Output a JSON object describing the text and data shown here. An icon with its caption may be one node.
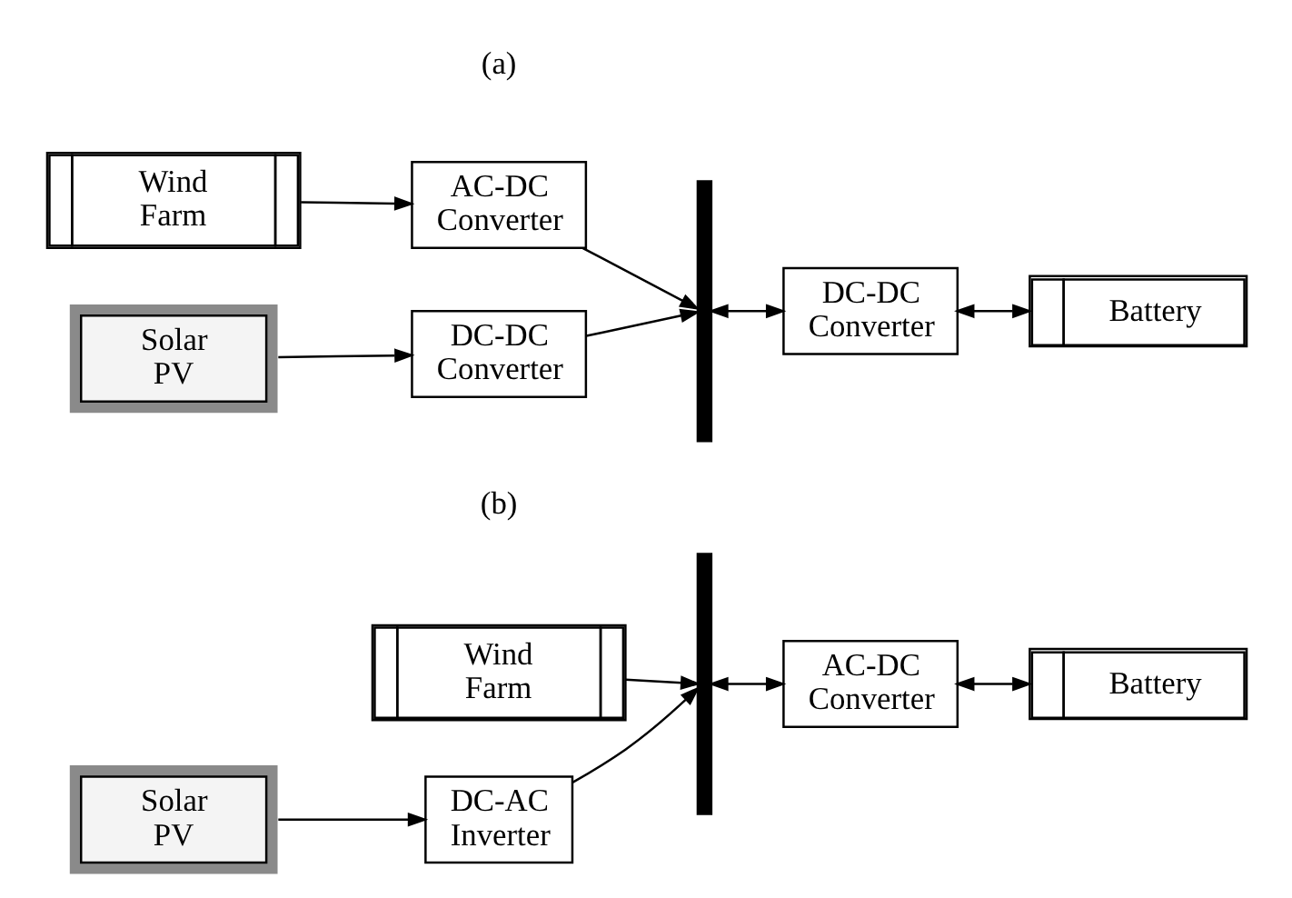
{
  "diagram": {
    "nodes": [
      {
        "text": [
          "Wind Farm"
        ]
      },
      {
        "text": [
          "AC-DC Converter"
        ]
      },
      {
        "text": [
          "Solar PV"
        ]
      },
      {
        "text": [
          "DC-DC Converter"
        ]
      },
      {
        "text": [],
        "shape": "bar"
      },
      {
        "text": [
          "DC-DC Converter"
        ]
      },
      {
        "text": [
          "Battery"
        ]
      },
      {
        "text": [
          "Wind Farm"
        ]
      },
      {
        "text": [
          "Solar PV"
        ]
      },
      {
        "text": [
          "DC-AC Inverter"
        ]
      },
      {
        "text": [],
        "shape": "bar"
      },
      {
        "text": [
          "AC-DC Converter"
        ]
      },
      {
        "text": [
          "Battery"
        ]
      }
    ],
    "edges": [
      {
        "from": 0,
        "to": 1,
        "arrow": "to"
      },
      {
        "from": 1,
        "to": 4,
        "arrow": "to"
      },
      {
        "from": 2,
        "to": 3,
        "arrow": "to"
      },
      {
        "from": 3,
        "to": 4,
        "arrow": "to"
      },
      {
        "from": 4,
        "to": 5,
        "arrow": "both"
      },
      {
        "from": 5,
        "to": 6,
        "arrow": "both"
      },
      {
        "from": 7,
        "to": 10,
        "arrow": "to"
      },
      {
        "from": 8,
        "to": 9,
        "arrow": "to"
      },
      {
        "from": 9,
        "to": 10,
        "arrow": "to"
      },
      {
        "from": 10,
        "to": 11,
        "arrow": "both"
      },
      {
        "from": 11,
        "to": 12,
        "arrow": "both"
      }
    ],
    "labels": [
      "(a)",
      "(b)"
    ]
  }
}
